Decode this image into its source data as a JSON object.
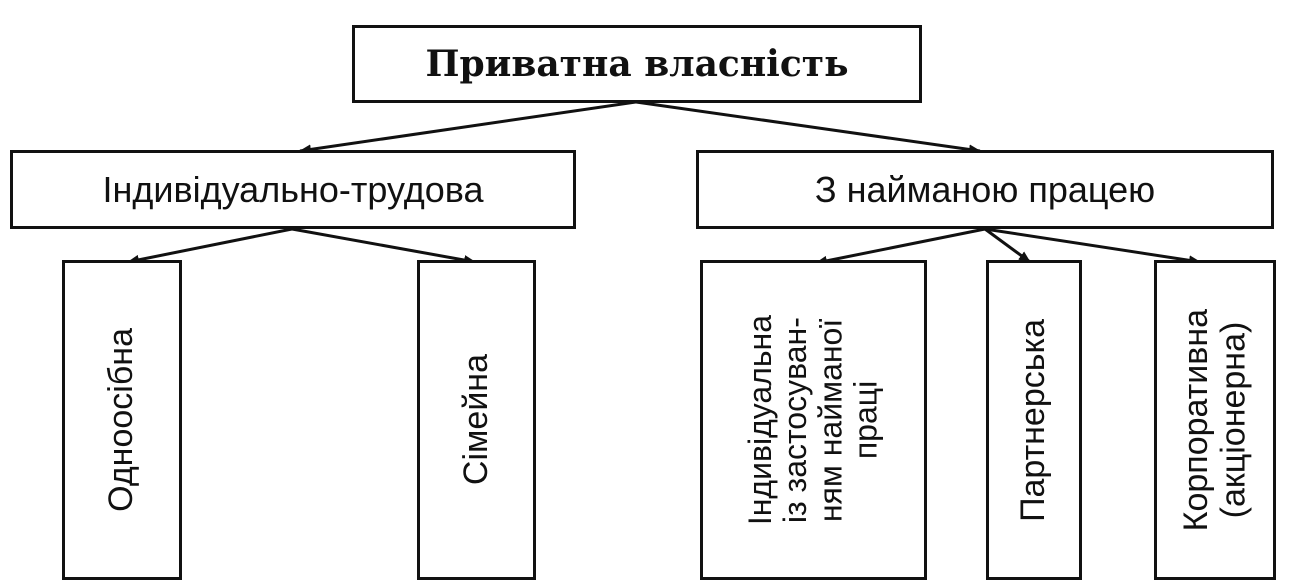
{
  "root": {
    "label": "Приватна власність"
  },
  "level1": [
    {
      "label": "Індивідуально-трудова"
    },
    {
      "label": "З найманою працею"
    }
  ],
  "level2": [
    {
      "label": "Одноосібна"
    },
    {
      "label": "Сімейна"
    },
    {
      "label": "Індивідуальна\nіз застосуван-\nням найманої\nпраці"
    },
    {
      "label": "Партнерська"
    },
    {
      "label": "Корпоративна\n(акціонерна)"
    }
  ]
}
